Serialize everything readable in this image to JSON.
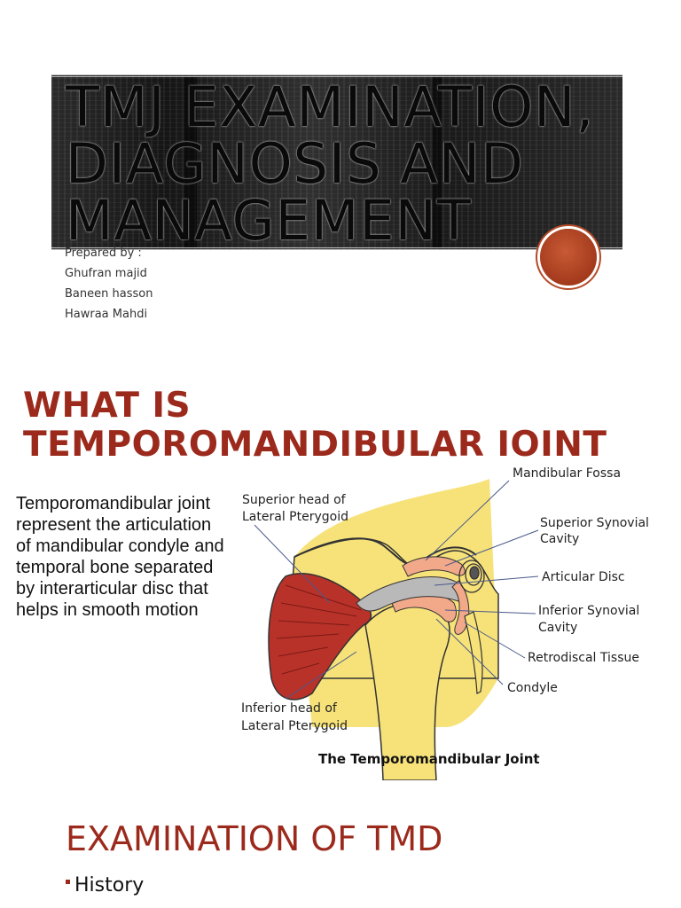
{
  "slide1": {
    "title": "TMJ Examination,\nDiagnosis and\nmanagement",
    "authors_heading": "Prepared by :",
    "authors": [
      "Ghufran majid",
      "Baneen hasson",
      "Hawraa Mahdi"
    ]
  },
  "slide2": {
    "title": "WHAT  IS\nTEMPOROMANDIBULAR IOINT",
    "definition": "Temporomandibular joint represent the articulation of mandibular condyle and temporal bone separated by interarticular disc that helps in smooth motion",
    "diagram": {
      "labels": {
        "superior_head_1": "Superior head of",
        "superior_head_2": "Lateral Pterygoid",
        "mandibular_fossa": "Mandibular Fossa",
        "superior_synovial_1": "Superior Synovial",
        "superior_synovial_2": "Cavity",
        "articular_disc": "Articular Disc",
        "inferior_synovial_1": "Inferior Synovial",
        "inferior_synovial_2": "Cavity",
        "retrodiscal": "Retrodiscal Tissue",
        "condyle": "Condyle",
        "inferior_head_1": "Inferior head of",
        "inferior_head_2": "Lateral Pterygoid"
      },
      "caption": "The Temporomandibular Joint"
    }
  },
  "slide3": {
    "title": "EXAMINATION  OF TMD",
    "bullets": [
      "History"
    ]
  },
  "colors": {
    "accent": "#9c2a1c",
    "bone": "#f7e27a",
    "muscle": "#b8322a",
    "disc": "#f2a98a"
  }
}
